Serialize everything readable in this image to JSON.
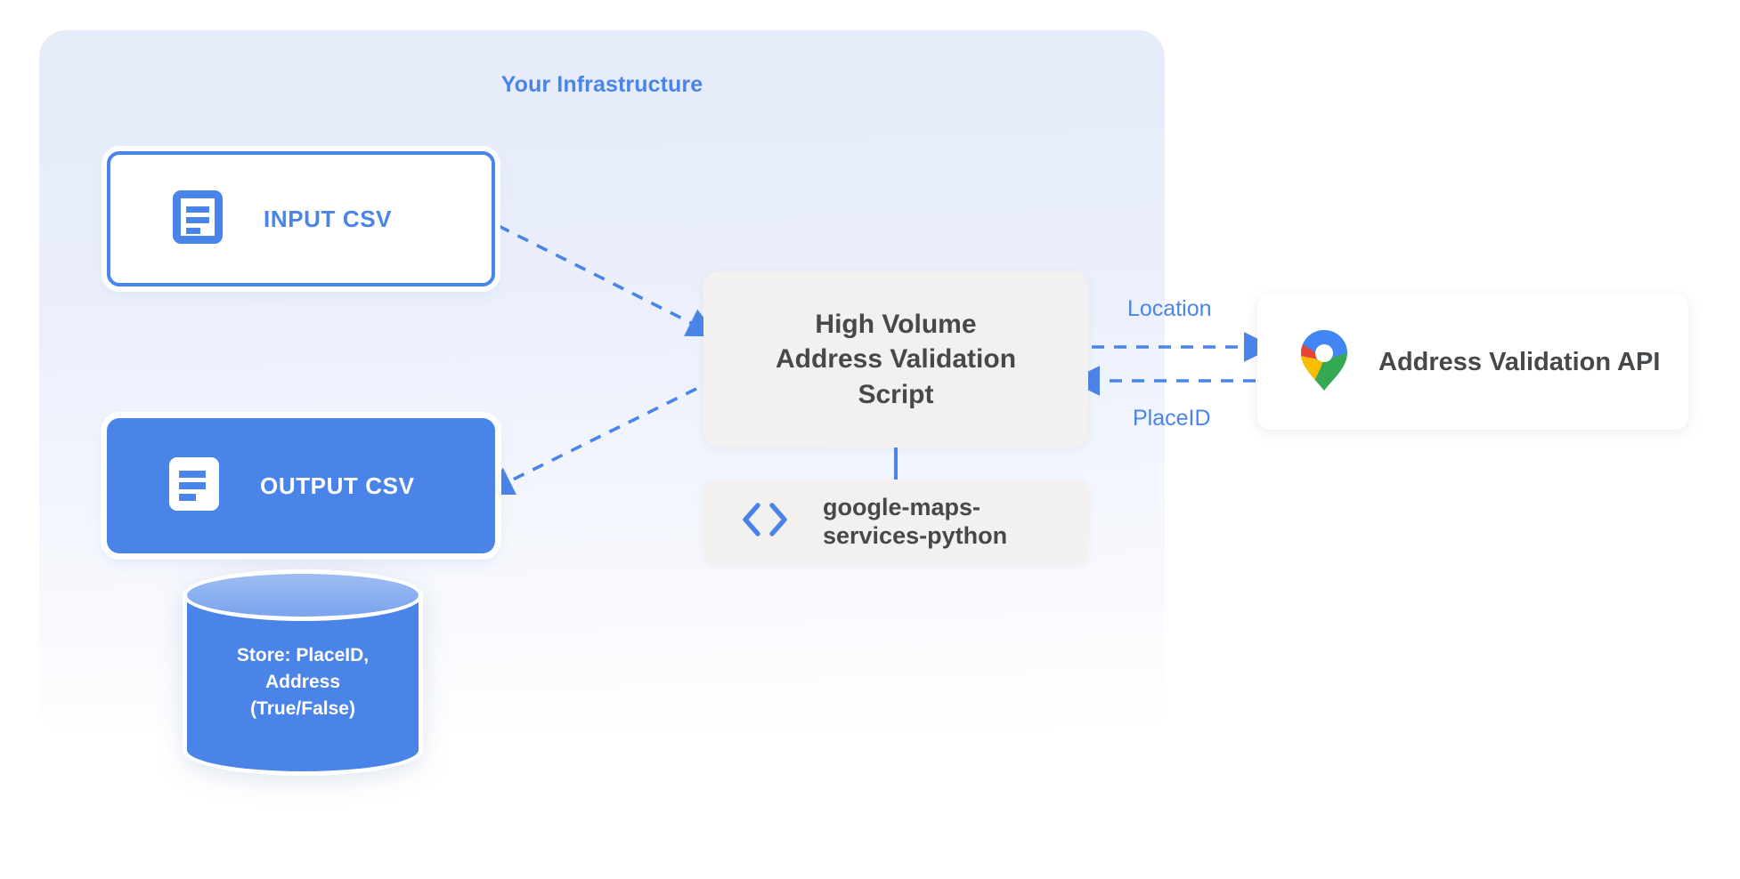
{
  "diagram": {
    "panel": {
      "title": "Your Infrastructure",
      "accent_color": "#4a84e8",
      "background_color": "#e5ebf9"
    },
    "nodes": {
      "input_csv": {
        "label": "INPUT CSV",
        "icon": "document-icon",
        "fill": "#ffffff",
        "border_color": "#4a84e8",
        "text_color": "#4a84e8"
      },
      "output_csv": {
        "label": "OUTPUT CSV",
        "icon": "document-icon",
        "fill": "#4a84e8",
        "text_color": "#ffffff"
      },
      "script": {
        "label": "High Volume\nAddress Validation\nScript",
        "fill": "#f2f1ef",
        "text_color": "#46494b"
      },
      "library": {
        "label": "google-maps-\nservices-python",
        "icon": "code-icon",
        "fill": "#f2f1ef",
        "text_color": "#46494b"
      },
      "api": {
        "label": "Address Validation API",
        "icon": "google-maps-pin-icon",
        "fill": "#ffffff",
        "text_color": "#46494b"
      },
      "database": {
        "label": "Store: PlaceID,\nAddress\n(True/False)",
        "fill": "#4a84e8",
        "top_fill": "#8aadee",
        "text_color": "#ffffff"
      }
    },
    "edges": [
      {
        "from": "input_csv",
        "to": "script",
        "label": "",
        "style": "dashed",
        "direction": "forward"
      },
      {
        "from": "script",
        "to": "output_csv",
        "label": "",
        "style": "dashed",
        "direction": "forward"
      },
      {
        "from": "script",
        "to": "api",
        "label": "Location",
        "style": "dashed",
        "direction": "forward"
      },
      {
        "from": "api",
        "to": "script",
        "label": "PlaceID",
        "style": "dashed",
        "direction": "forward"
      },
      {
        "from": "script",
        "to": "library",
        "label": "",
        "style": "solid",
        "direction": "none"
      }
    ],
    "edge_labels": {
      "location": "Location",
      "placeid": "PlaceID"
    }
  }
}
